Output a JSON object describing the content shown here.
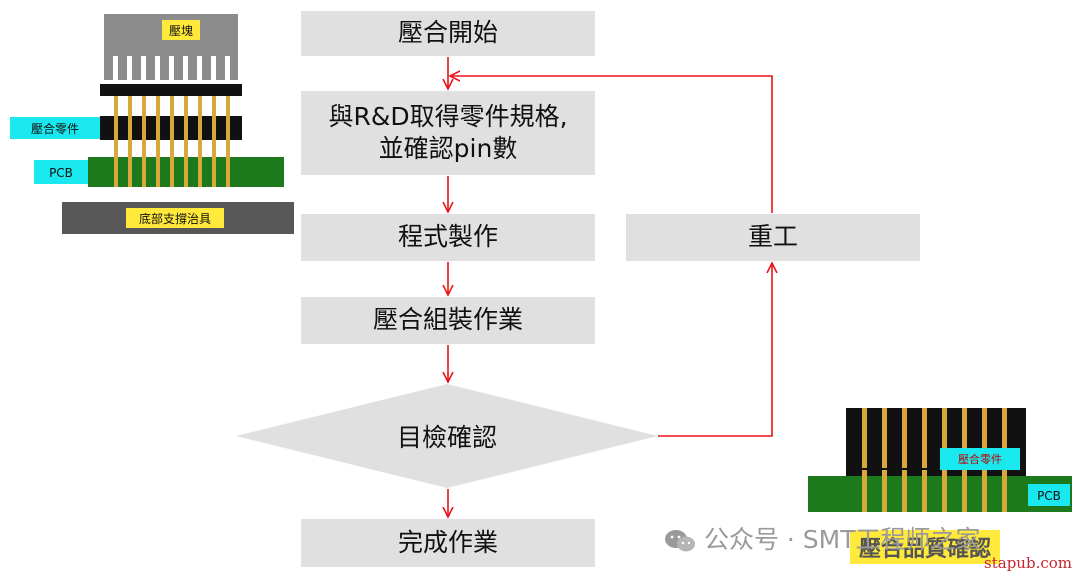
{
  "flow": {
    "start": "壓合開始",
    "spec_line1": "與R&D取得零件規格,",
    "spec_line2": "並確認pin數",
    "program": "程式製作",
    "assembly": "壓合組裝作業",
    "inspect": "目檢確認",
    "done": "完成作業",
    "rework": "重工"
  },
  "figure_top_left": {
    "press_head": "壓塊",
    "press_part": "壓合零件",
    "pcb": "PCB",
    "fixture": "底部支撐治具"
  },
  "figure_bottom_right": {
    "press_part": "壓合零件",
    "pcb": "PCB",
    "caption": "壓合品質確認"
  },
  "watermark": {
    "account": "公众号 · SMT工程师之家",
    "site": "stapub.com"
  },
  "colors": {
    "box_fill": "#e0e0e0",
    "arrow": "#e8141b",
    "pcb_green": "#1c7a1c",
    "label_cyan": "#19e8ee",
    "label_yellow": "#ffe93b"
  }
}
